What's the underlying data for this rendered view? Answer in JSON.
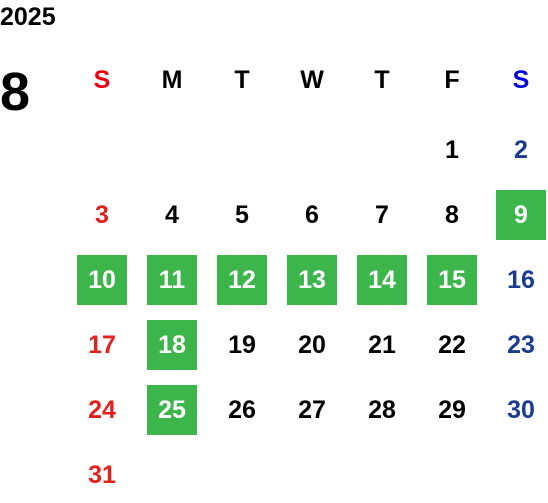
{
  "year": "2025",
  "month": "8",
  "weekdays": [
    {
      "label": "S",
      "color": "#e60012"
    },
    {
      "label": "M",
      "color": "#000000"
    },
    {
      "label": "T",
      "color": "#000000"
    },
    {
      "label": "W",
      "color": "#000000"
    },
    {
      "label": "T",
      "color": "#000000"
    },
    {
      "label": "F",
      "color": "#000000"
    },
    {
      "label": "S",
      "color": "#0000e6"
    }
  ],
  "colors": {
    "sunday": "#e0211d",
    "saturday": "#1a3c8e",
    "weekday": "#000000",
    "highlight_bg": "#3cb54a",
    "highlight_text": "#ffffff"
  },
  "start_weekday_index": 5,
  "days": [
    {
      "d": "1"
    },
    {
      "d": "2"
    },
    {
      "d": "3"
    },
    {
      "d": "4"
    },
    {
      "d": "5"
    },
    {
      "d": "6"
    },
    {
      "d": "7"
    },
    {
      "d": "8"
    },
    {
      "d": "9",
      "highlight": true
    },
    {
      "d": "10",
      "highlight": true
    },
    {
      "d": "11",
      "highlight": true
    },
    {
      "d": "12",
      "highlight": true
    },
    {
      "d": "13",
      "highlight": true
    },
    {
      "d": "14",
      "highlight": true
    },
    {
      "d": "15",
      "highlight": true
    },
    {
      "d": "16"
    },
    {
      "d": "17"
    },
    {
      "d": "18",
      "highlight": true
    },
    {
      "d": "19"
    },
    {
      "d": "20"
    },
    {
      "d": "21"
    },
    {
      "d": "22"
    },
    {
      "d": "23"
    },
    {
      "d": "24"
    },
    {
      "d": "25",
      "highlight": true
    },
    {
      "d": "26"
    },
    {
      "d": "27"
    },
    {
      "d": "28"
    },
    {
      "d": "29"
    },
    {
      "d": "30"
    },
    {
      "d": "31"
    }
  ]
}
